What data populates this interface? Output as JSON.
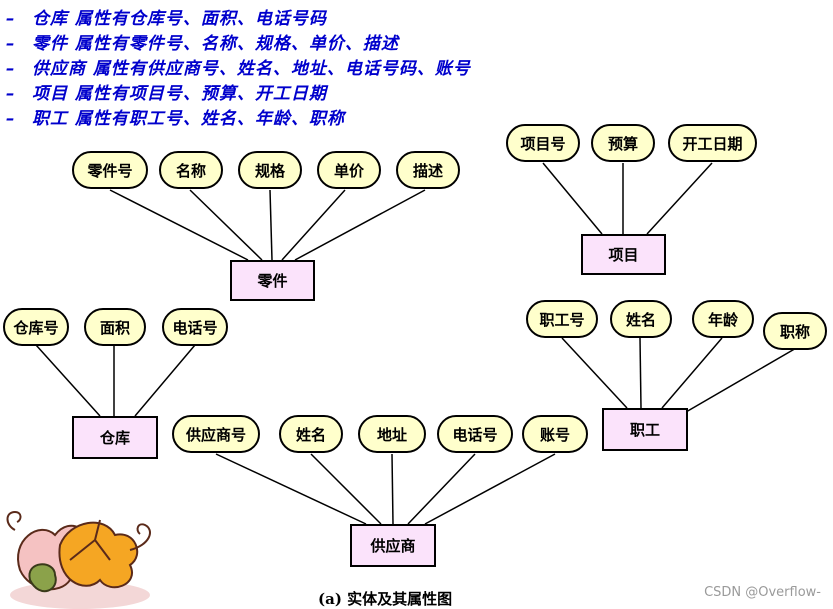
{
  "bullets": [
    {
      "marker": "–",
      "text": "仓库  属性有仓库号、面积、电话号码"
    },
    {
      "marker": "–",
      "text": "零件  属性有零件号、名称、规格、单价、描述"
    },
    {
      "marker": "–",
      "text": "供应商 属性有供应商号、姓名、地址、电话号码、账号"
    },
    {
      "marker": "–",
      "text": "项目  属性有项目号、预算、开工日期"
    },
    {
      "marker": "–",
      "text": "职工  属性有职工号、姓名、年龄、职称"
    }
  ],
  "entities": {
    "part": {
      "name": "零件",
      "attributes": [
        "零件号",
        "名称",
        "规格",
        "单价",
        "描述"
      ]
    },
    "project": {
      "name": "项目",
      "attributes": [
        "项目号",
        "预算",
        "开工日期"
      ]
    },
    "warehouse": {
      "name": "仓库",
      "attributes": [
        "仓库号",
        "面积",
        "电话号"
      ]
    },
    "employee": {
      "name": "职工",
      "attributes": [
        "职工号",
        "姓名",
        "年龄",
        "职称"
      ]
    },
    "supplier": {
      "name": "供应商",
      "attributes": [
        "供应商号",
        "姓名",
        "地址",
        "电话号",
        "账号"
      ]
    }
  },
  "caption": "(a) 实体及其属性图",
  "watermark": "CSDN @Overflow-",
  "colors": {
    "bullet_text": "#0000cc",
    "attribute_fill": "#ffffcc",
    "entity_fill": "#fbe3fb",
    "line": "#000000"
  }
}
